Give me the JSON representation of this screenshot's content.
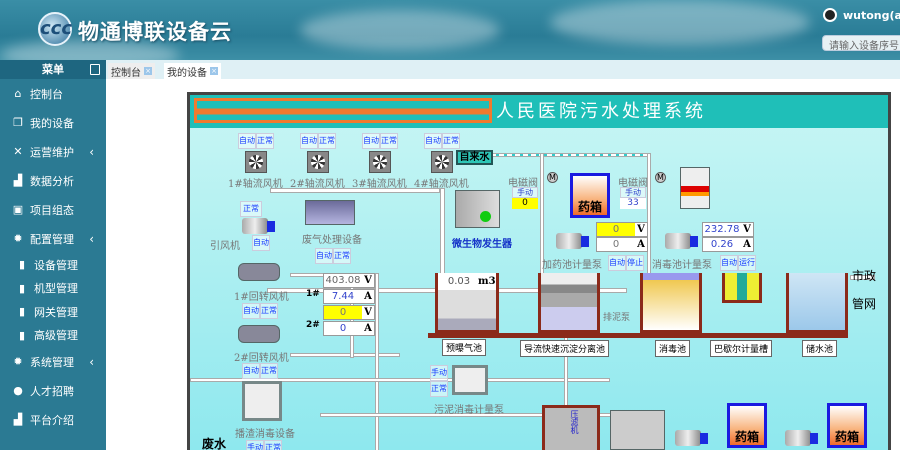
{
  "header": {
    "brand": "物通博联设备云",
    "logo_text": "ccc",
    "user": "wutong(adm",
    "search_placeholder": "请输入设备序号..."
  },
  "sidebar": {
    "title": "菜单",
    "items": [
      {
        "label": "控制台",
        "icon": "home-icon"
      },
      {
        "label": "我的设备",
        "icon": "devices-icon"
      },
      {
        "label": "运营维护",
        "icon": "tools-icon",
        "chevron": "‹"
      },
      {
        "label": "数据分析",
        "icon": "chart-icon"
      },
      {
        "label": "项目组态",
        "icon": "monitor-icon"
      },
      {
        "label": "配置管理",
        "icon": "gear-icon",
        "chevron": "‹"
      },
      {
        "label": "设备管理",
        "icon": "bookmark-icon"
      },
      {
        "label": "机型管理",
        "icon": "bookmark-icon"
      },
      {
        "label": "网关管理",
        "icon": "bookmark-icon"
      },
      {
        "label": "高级管理",
        "icon": "bookmark-icon"
      },
      {
        "label": "系统管理",
        "icon": "gear-icon",
        "chevron": "‹"
      },
      {
        "label": "人才招聘",
        "icon": "user-icon"
      },
      {
        "label": "平台介绍",
        "icon": "chart-icon"
      }
    ]
  },
  "tabs": [
    {
      "label": "控制台",
      "close": "×"
    },
    {
      "label": "我的设备",
      "close": "×"
    }
  ],
  "diagram": {
    "title": "人民医院污水处理系统",
    "fans": [
      {
        "label": "1#轴流风机"
      },
      {
        "label": "2#轴流风机"
      },
      {
        "label": "3#轴流风机"
      },
      {
        "label": "4#轴流风机"
      }
    ],
    "status": {
      "auto": "自动",
      "normal": "正常",
      "manual": "手动",
      "stop": "停止",
      "run": "运行"
    },
    "tap_water": "自来水",
    "induced_fan": "引风机",
    "exhaust": "废气处理设备",
    "microbe": "微生物发生器",
    "valve1": {
      "label": "电磁阀",
      "mode": "手动",
      "value": "0"
    },
    "valve2": {
      "label": "电磁阀",
      "mode": "手动",
      "value": "33"
    },
    "valve_icon": "M",
    "medicine_box": "药箱",
    "dosing_pump": {
      "label": "加药池计量泵",
      "v": "0",
      "a": "0"
    },
    "disinfect_pump": {
      "label": "消毒池计量泵",
      "v": "232.78",
      "a": "0.26"
    },
    "units": {
      "v": "V",
      "a": "A",
      "m3": "m3"
    },
    "blower1": "1#回转风机",
    "blower2": "2#回转风机",
    "blower_readings": {
      "l1": "1#",
      "v1": "403.08",
      "a1": "7.44",
      "l2": "2#",
      "v2": "0",
      "a2": "0"
    },
    "tanks": {
      "pre": "预曝气池",
      "pre_level": "0.03",
      "settle": "导流快速沉淀分离池",
      "disinfect": "消毒池",
      "parshall": "巴歇尔计量槽",
      "storage": "储水池",
      "sludge_pump": "排泥泵"
    },
    "municipal1": "市政",
    "municipal2": "管网",
    "sludge_dosing": "污泥消毒计量泵",
    "slag": "播渣消毒设备",
    "waste": "废水",
    "sludge_tank_text": "压滤机"
  }
}
